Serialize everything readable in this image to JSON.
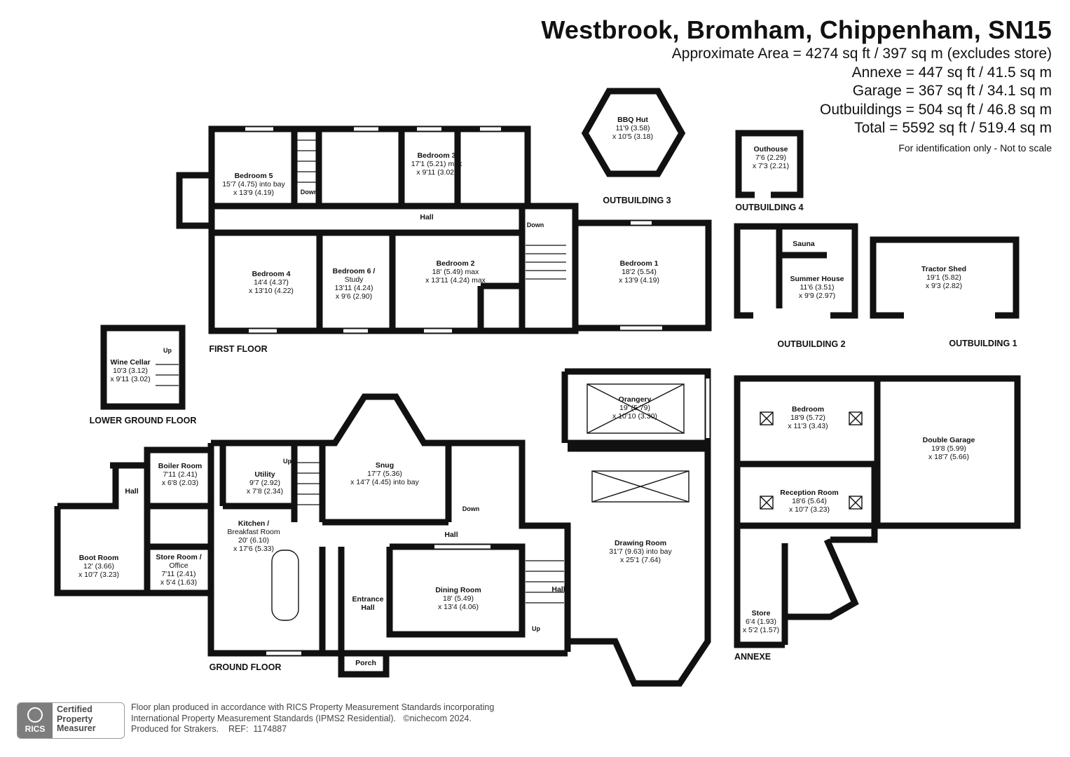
{
  "header": {
    "title": "Westbrook, Bromham, Chippenham, SN15",
    "area_lines": [
      "Approximate Area = 4274 sq ft / 397 sq m (excludes store)",
      "Annexe = 447 sq ft / 41.5 sq m",
      "Garage = 367 sq ft / 34.1 sq m",
      "Outbuildings = 504 sq ft / 46.8 sq m",
      "Total = 5592 sq ft / 519.4 sq m"
    ],
    "disclaimer": "For identification only - Not to scale"
  },
  "floor_labels": {
    "first_floor": "FIRST FLOOR",
    "lower_ground": "LOWER GROUND FLOOR",
    "ground_floor": "GROUND FLOOR",
    "annexe": "ANNEXE",
    "outbuilding_1": "OUTBUILDING 1",
    "outbuilding_2": "OUTBUILDING 2",
    "outbuilding_3": "OUTBUILDING 3",
    "outbuilding_4": "OUTBUILDING 4"
  },
  "rooms": {
    "bedroom5": [
      "Bedroom 5",
      "15'7 (4.75) into bay",
      "x 13'9 (4.19)"
    ],
    "bedroom3": [
      "Bedroom 3",
      "17'1 (5.21) max",
      "x 9'11 (3.02)"
    ],
    "bedroom4": [
      "Bedroom 4",
      "14'4 (4.37)",
      "x 13'10 (4.22)"
    ],
    "bedroom6": [
      "Bedroom 6 /",
      "Study",
      "13'11 (4.24)",
      "x 9'6 (2.90)"
    ],
    "bedroom2": [
      "Bedroom 2",
      "18' (5.49) max",
      "x 13'11 (4.24) max"
    ],
    "bedroom1": [
      "Bedroom 1",
      "18'2 (5.54)",
      "x 13'9 (4.19)"
    ],
    "bbq_hut": [
      "BBQ Hut",
      "11'9 (3.58)",
      "x 10'5 (3.18)"
    ],
    "outhouse": [
      "Outhouse",
      "7'6 (2.29)",
      "x 7'3 (2.21)"
    ],
    "summer_house": [
      "Summer House",
      "11'6 (3.51)",
      "x 9'9 (2.97)"
    ],
    "tractor_shed": [
      "Tractor Shed",
      "19'1 (5.82)",
      "x 9'3 (2.82)"
    ],
    "wine_cellar": [
      "Wine Cellar",
      "10'3 (3.12)",
      "x 9'11 (3.02)"
    ],
    "orangery": [
      "Orangery",
      "19' (5.79)",
      "x 10'10 (3.30)"
    ],
    "snug": [
      "Snug",
      "17'7 (5.36)",
      "x 14'7 (4.45) into bay"
    ],
    "boiler_room": [
      "Boiler Room",
      "7'11 (2.41)",
      "x 6'8 (2.03)"
    ],
    "utility": [
      "Utility",
      "9'7 (2.92)",
      "x 7'8 (2.34)"
    ],
    "kitchen": [
      "Kitchen /",
      "Breakfast Room",
      "20' (6.10)",
      "x 17'6 (5.33)"
    ],
    "boot_room": [
      "Boot Room",
      "12' (3.66)",
      "x 10'7 (3.23)"
    ],
    "store_room": [
      "Store Room /",
      "Office",
      "7'11 (2.41)",
      "x 5'4 (1.63)"
    ],
    "dining_room": [
      "Dining Room",
      "18' (5.49)",
      "x 13'4 (4.06)"
    ],
    "drawing_room": [
      "Drawing Room",
      "31'7 (9.63) into bay",
      "x 25'1 (7.64)"
    ],
    "annexe_bedroom": [
      "Bedroom",
      "18'9 (5.72)",
      "x 11'3 (3.43)"
    ],
    "reception_room": [
      "Reception Room",
      "18'6 (5.64)",
      "x 10'7 (3.23)"
    ],
    "double_garage": [
      "Double Garage",
      "19'8 (5.99)",
      "x 18'7 (5.66)"
    ],
    "annexe_store": [
      "Store",
      "6'4 (1.93)",
      "x 5'2 (1.57)"
    ]
  },
  "small_labels": {
    "hall": "Hall",
    "sauna": "Sauna",
    "entrance_hall": [
      "Entrance",
      "Hall"
    ],
    "porch": "Porch",
    "up": "Up",
    "down": "Down"
  },
  "footer": {
    "badge_logo": "RICS",
    "badge_text": [
      "Certified",
      "Property",
      "Measurer"
    ],
    "note_lines": [
      "Floor plan produced in accordance with RICS Property Measurement Standards incorporating",
      "International Property Measurement Standards (IPMS2 Residential).   ©nichecom 2024.",
      "Produced for Strakers.    REF:  1174887"
    ]
  }
}
